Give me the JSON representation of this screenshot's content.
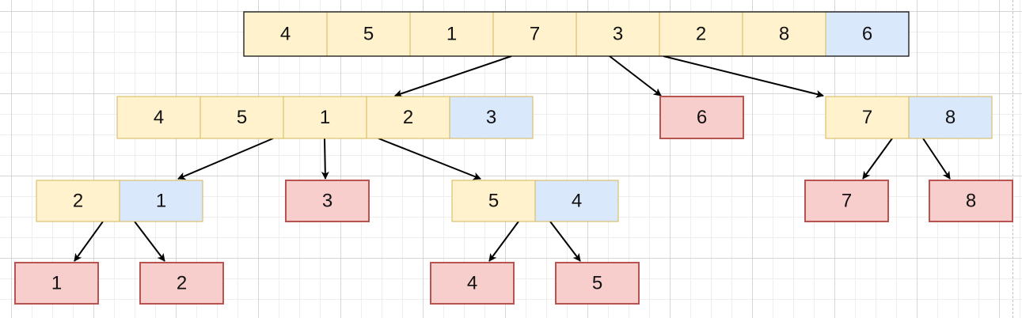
{
  "colors": {
    "yellow_fill": "#fff2cc",
    "yellow_border": "#d6b656",
    "blue_fill": "#dae8fc",
    "blue_border": "#6c8ebf",
    "red_fill": "#f8cecc",
    "red_border": "#b85450",
    "root_border": "#000000",
    "arrow": "#000000"
  },
  "diagram": {
    "nodes": [
      {
        "id": "root",
        "kind": "array",
        "border": "dark",
        "values": [
          "4",
          "5",
          "1",
          "7",
          "3",
          "2",
          "8",
          "6"
        ],
        "pivot": 7
      },
      {
        "id": "left-1",
        "kind": "array",
        "border": "yellow",
        "values": [
          "4",
          "5",
          "1",
          "2",
          "3"
        ],
        "pivot": 4
      },
      {
        "id": "pivot-6",
        "kind": "leaf",
        "value": "6"
      },
      {
        "id": "right-1",
        "kind": "array",
        "border": "yellow",
        "values": [
          "7",
          "8"
        ],
        "pivot": 1
      },
      {
        "id": "left-2",
        "kind": "array",
        "border": "yellow",
        "values": [
          "2",
          "1"
        ],
        "pivot": 1
      },
      {
        "id": "pivot-3",
        "kind": "leaf",
        "value": "3"
      },
      {
        "id": "mid-2",
        "kind": "array",
        "border": "yellow",
        "values": [
          "5",
          "4"
        ],
        "pivot": 1
      },
      {
        "id": "leaf-7",
        "kind": "leaf",
        "value": "7"
      },
      {
        "id": "leaf-8",
        "kind": "leaf",
        "value": "8"
      },
      {
        "id": "leaf-1",
        "kind": "leaf",
        "value": "1"
      },
      {
        "id": "leaf-2",
        "kind": "leaf",
        "value": "2"
      },
      {
        "id": "leaf-4",
        "kind": "leaf",
        "value": "4"
      },
      {
        "id": "leaf-5",
        "kind": "leaf",
        "value": "5"
      }
    ],
    "edges": [
      {
        "from": "root",
        "to": "left-1"
      },
      {
        "from": "root",
        "to": "pivot-6"
      },
      {
        "from": "root",
        "to": "right-1"
      },
      {
        "from": "left-1",
        "to": "left-2"
      },
      {
        "from": "left-1",
        "to": "pivot-3"
      },
      {
        "from": "left-1",
        "to": "mid-2"
      },
      {
        "from": "right-1",
        "to": "leaf-7"
      },
      {
        "from": "right-1",
        "to": "leaf-8"
      },
      {
        "from": "left-2",
        "to": "leaf-1"
      },
      {
        "from": "left-2",
        "to": "leaf-2"
      },
      {
        "from": "mid-2",
        "to": "leaf-4"
      },
      {
        "from": "mid-2",
        "to": "leaf-5"
      }
    ]
  }
}
